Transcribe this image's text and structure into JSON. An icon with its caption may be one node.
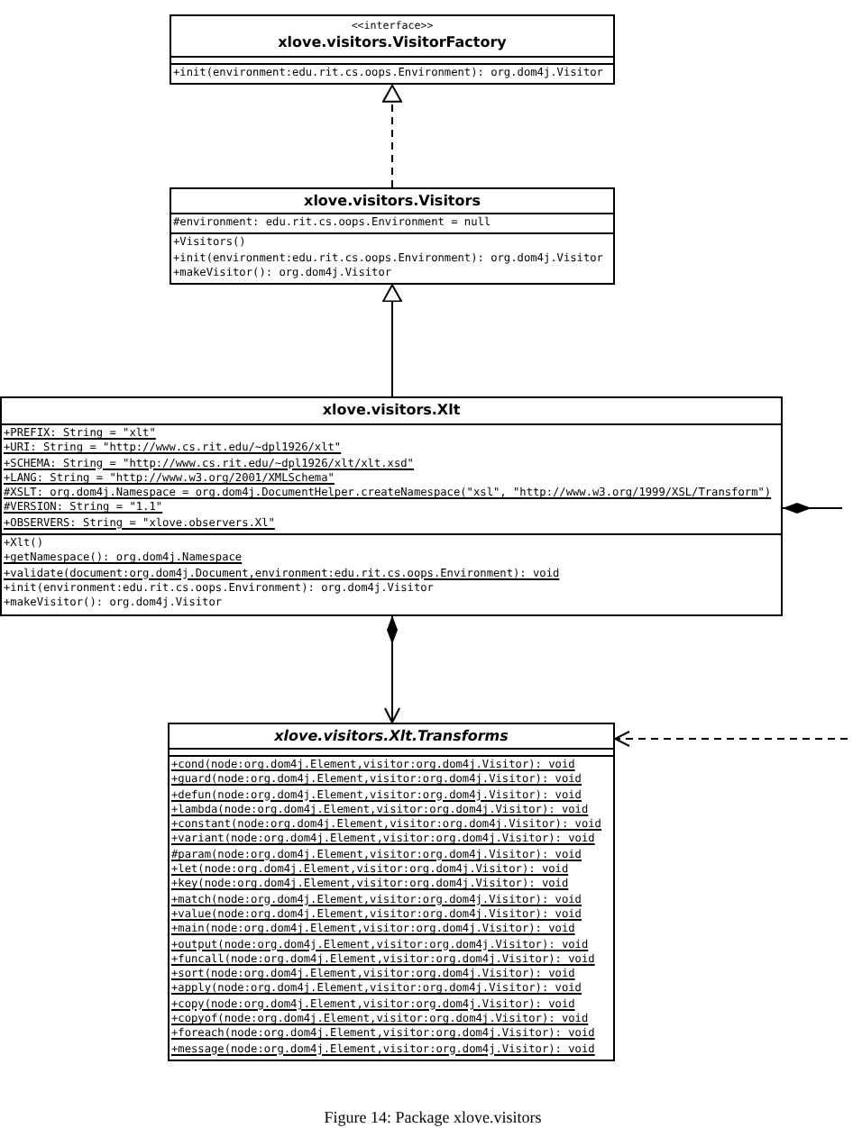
{
  "diagram": {
    "caption": "Figure 14: Package xlove.visitors",
    "nodes": [
      {
        "text": [
          "<<interface>>",
          "xlove.visitors.VisitorFactory",
          "+init(environment:edu.rit.cs.oops.Environment): org.dom4j.Visitor"
        ]
      },
      {
        "text": [
          "xlove.visitors.Visitors",
          "#environment: edu.rit.cs.oops.Environment = null",
          "+Visitors()",
          "+init(environment:edu.rit.cs.oops.Environment): org.dom4j.Visitor",
          "+makeVisitor(): org.dom4j.Visitor"
        ]
      },
      {
        "text": [
          "xlove.visitors.Xlt",
          "+PREFIX: String = \"xlt\"",
          "+URI: String = \"http://www.cs.rit.edu/~dpl1926/xlt\"",
          "+SCHEMA: String = \"http://www.cs.rit.edu/~dpl1926/xlt/xlt.xsd\"",
          "+LANG: String = \"http://www.w3.org/2001/XMLSchema\"",
          "#XSLT: org.dom4j.Namespace = org.dom4j.DocumentHelper.createNamespace(\"xsl\", \"http://www.w3.org/1999/XSL/Transform\")",
          "#VERSION: String = \"1.1\"",
          "+OBSERVERS: String = \"xlove.observers.Xl\"",
          "+Xlt()",
          "+getNamespace(): org.dom4j.Namespace",
          "+validate(document:org.dom4j.Document,environment:edu.rit.cs.oops.Environment): void",
          "+init(environment:edu.rit.cs.oops.Environment): org.dom4j.Visitor",
          "+makeVisitor(): org.dom4j.Visitor"
        ]
      },
      {
        "text": [
          "xlove.visitors.Xlt.Transforms",
          "+cond(node:org.dom4j.Element,visitor:org.dom4j.Visitor): void",
          "+guard(node:org.dom4j.Element,visitor:org.dom4j.Visitor): void",
          "+defun(node:org.dom4j.Element,visitor:org.dom4j.Visitor): void",
          "+lambda(node:org.dom4j.Element,visitor:org.dom4j.Visitor): void",
          "+constant(node:org.dom4j.Element,visitor:org.dom4j.Visitor): void",
          "+variant(node:org.dom4j.Element,visitor:org.dom4j.Visitor): void",
          "#param(node:org.dom4j.Element,visitor:org.dom4j.Visitor): void",
          "+let(node:org.dom4j.Element,visitor:org.dom4j.Visitor): void",
          "+key(node:org.dom4j.Element,visitor:org.dom4j.Visitor): void",
          "+match(node:org.dom4j.Element,visitor:org.dom4j.Visitor): void",
          "+value(node:org.dom4j.Element,visitor:org.dom4j.Visitor): void",
          "+main(node:org.dom4j.Element,visitor:org.dom4j.Visitor): void",
          "+output(node:org.dom4j.Element,visitor:org.dom4j.Visitor): void",
          "+funcall(node:org.dom4j.Element,visitor:org.dom4j.Visitor): void",
          "+sort(node:org.dom4j.Element,visitor:org.dom4j.Visitor): void",
          "+apply(node:org.dom4j.Element,visitor:org.dom4j.Visitor): void",
          "+copy(node:org.dom4j.Element,visitor:org.dom4j.Visitor): void",
          "+copyof(node:org.dom4j.Element,visitor:org.dom4j.Visitor): void",
          "+foreach(node:org.dom4j.Element,visitor:org.dom4j.Visitor): void",
          "+message(node:org.dom4j.Element,visitor:org.dom4j.Visitor): void"
        ]
      }
    ],
    "edges": [
      {
        "from": 1,
        "to": 0,
        "arrow": "to",
        "style": "dashed"
      },
      {
        "from": 2,
        "to": 1,
        "arrow": "to"
      },
      {
        "from": 2,
        "to": 3,
        "arrow": "to"
      },
      {
        "from": null,
        "to": 3,
        "arrow": "to",
        "style": "dashed"
      },
      {
        "from": 2,
        "to": null,
        "arrow": "other"
      }
    ]
  }
}
